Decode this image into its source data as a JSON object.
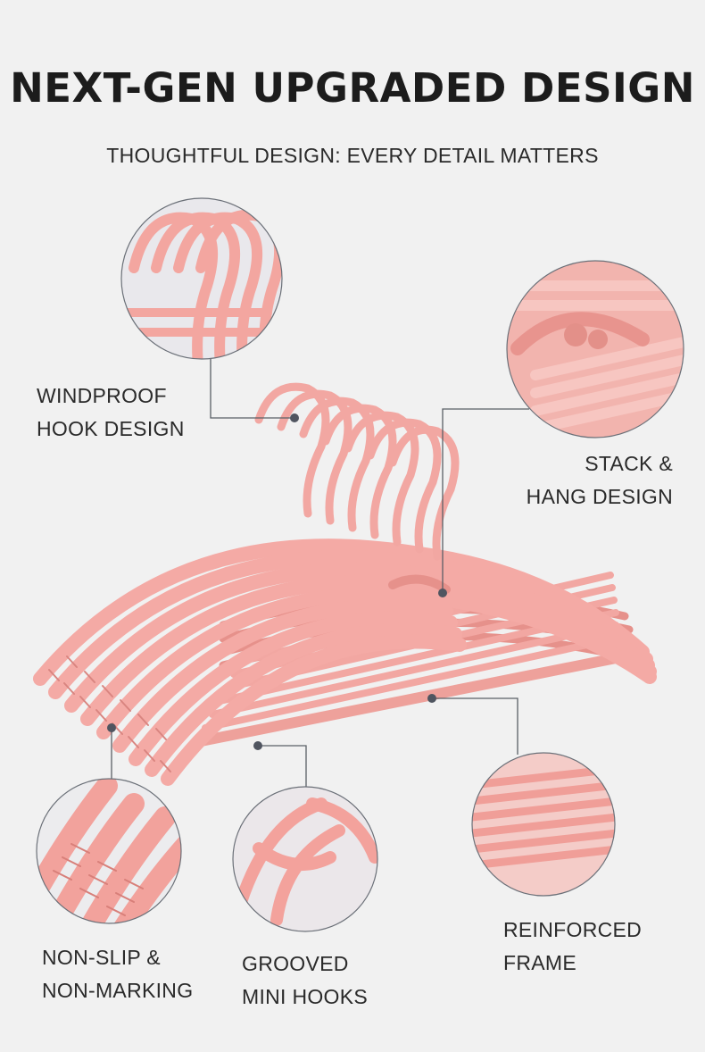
{
  "header": {
    "title": "NEXT-GEN UPGRADED DESIGN",
    "subtitle": "THOUGHTFUL DESIGN: EVERY DETAIL MATTERS"
  },
  "features": {
    "windproof": {
      "line1": "WINDPROOF",
      "line2": "HOOK DESIGN"
    },
    "stack": {
      "line1": "STACK &",
      "line2": "HANG DESIGN"
    },
    "nonslip": {
      "line1": "NON-SLIP &",
      "line2": "NON-MARKING"
    },
    "grooved": {
      "line1": "GROOVED",
      "line2": "MINI HOOKS"
    },
    "reinforced": {
      "line1": "REINFORCED",
      "line2": "FRAME"
    }
  },
  "colors": {
    "background": "#f1f1f1",
    "hanger_pink": "#f2a7a2",
    "hanger_shadow": "#d9837e",
    "callout_line": "#5a5f66",
    "text": "#2a2a2a"
  }
}
